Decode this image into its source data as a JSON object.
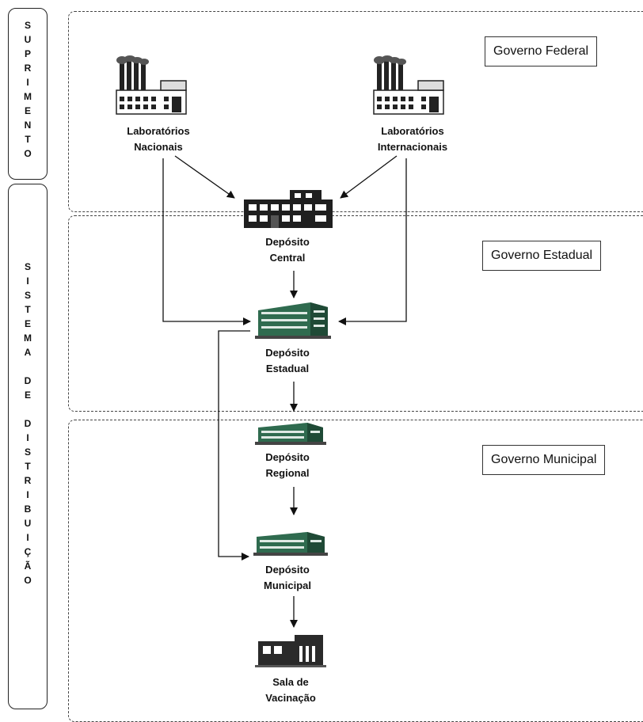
{
  "side": {
    "suprimento": "SUPRIMENTO",
    "sistema": [
      "SISTEMA",
      "",
      "DE",
      "",
      "DISTRIBUIÇÃO"
    ]
  },
  "zones": {
    "federal": "Governo Federal",
    "estadual": "Governo Estadual",
    "municipal": "Governo Municipal"
  },
  "nodes": {
    "lab_nacionais": [
      "Laboratórios",
      "Nacionais"
    ],
    "lab_internacionais": [
      "Laboratórios",
      "Internacionais"
    ],
    "deposito_central": [
      "Depósito",
      "Central"
    ],
    "deposito_estadual": [
      "Depósito",
      "Estadual"
    ],
    "deposito_regional": [
      "Depósito",
      "Regional"
    ],
    "deposito_municipal": [
      "Depósito",
      "Municipal"
    ],
    "sala_vacinacao": [
      "Sala de",
      "Vacinação"
    ]
  },
  "icons": {
    "lab_nacionais": "factory-icon",
    "lab_internacionais": "factory-icon",
    "deposito_central": "warehouse-icon",
    "deposito_estadual": "building-icon",
    "deposito_regional": "building-icon",
    "deposito_municipal": "building-icon",
    "sala_vacinacao": "clinic-icon"
  },
  "colors": {
    "building_green": "#2f6b4f",
    "building_dark": "#1f1f1f"
  }
}
